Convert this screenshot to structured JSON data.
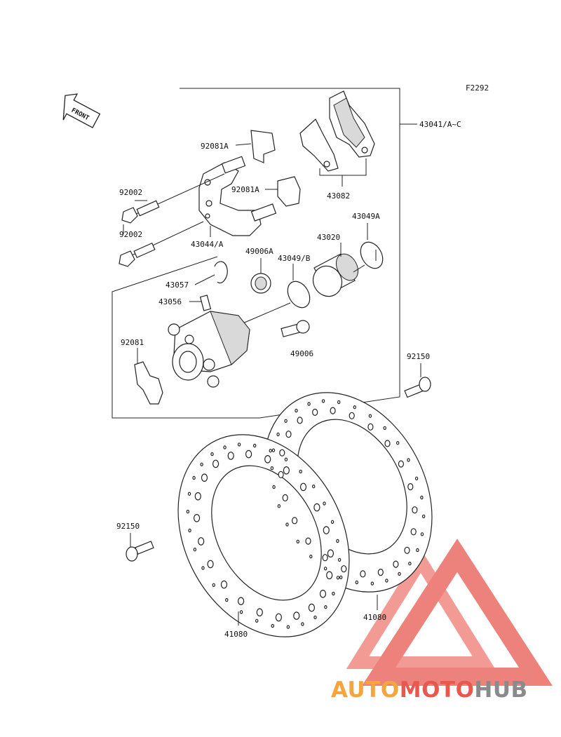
{
  "figure_code": "F2292",
  "front_label": "FRONT",
  "parts": {
    "p43041": "43041/A~C",
    "p92081A_top": "92081A",
    "p92081A_mid": "92081A",
    "p43082": "43082",
    "p92002_a": "92002",
    "p92002_b": "92002",
    "p43044": "43044/A",
    "p43049A": "43049A",
    "p43020": "43020",
    "p49006A": "49006A",
    "p43049B": "43049/B",
    "p43057": "43057",
    "p43056": "43056",
    "p92081": "92081",
    "p49006": "49006",
    "p92150_right": "92150",
    "p92150_left": "92150",
    "p41080_left": "41080",
    "p41080_right": "41080"
  },
  "watermark": {
    "part1": "AUTO",
    "part2": "MOTO",
    "part3": "HUB",
    "color1": "#f3a63b",
    "color2": "#e8584f",
    "color3": "#8a8a8a"
  }
}
